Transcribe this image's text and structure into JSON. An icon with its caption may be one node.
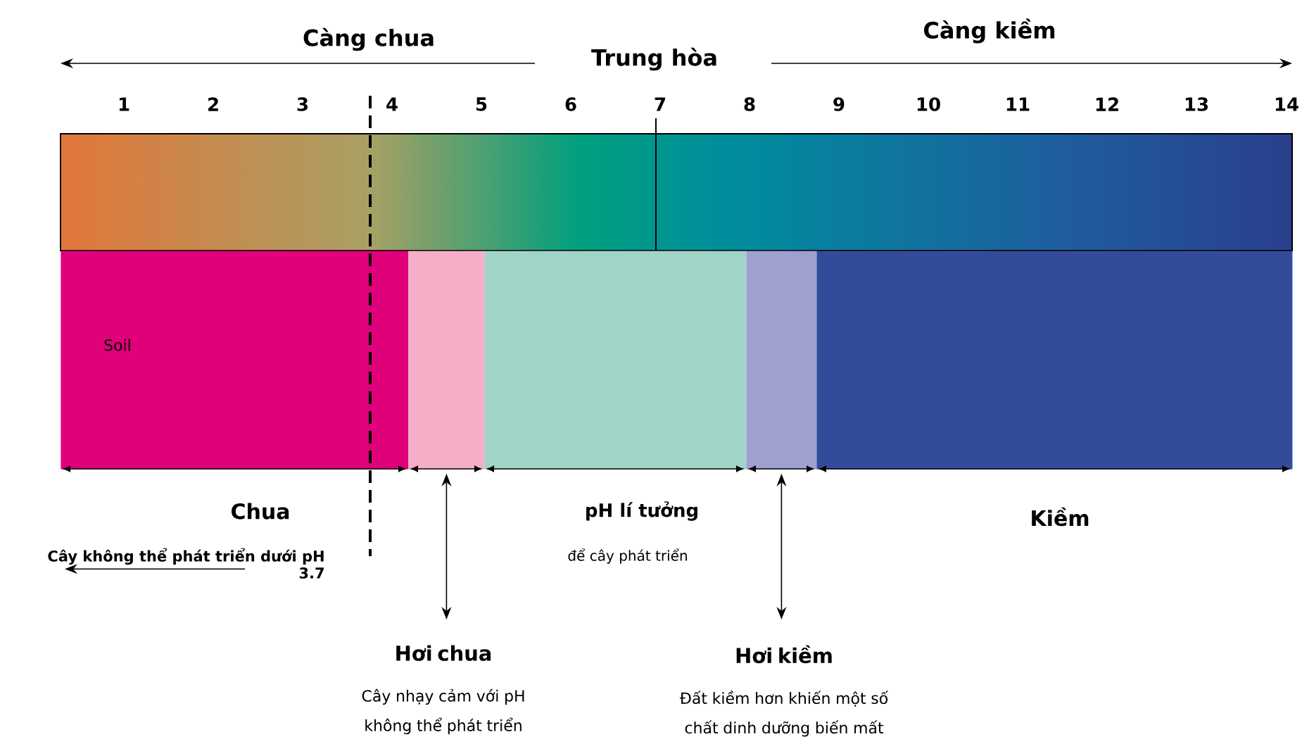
{
  "diagram": {
    "nodes": [
      {
        "text": [
          "Soil"
        ]
      },
      {
        "text": [],
        "shape": "bar"
      },
      {
        "text": [],
        "shape": "bar"
      },
      {
        "text": [],
        "shape": "bar"
      },
      {
        "text": [],
        "shape": "bar"
      },
      {
        "text": [
          "Hơi chua",
          "Cây nhạy cảm với pH không thể phát triển"
        ]
      },
      {
        "text": [
          "Hơi kiềm",
          "Đất kiềm hơn khiến một số chất dinh dưỡng biến mất"
        ]
      },
      {
        "text": [
          "Cây không thể phát triển dưới pH 3.7"
        ]
      }
    ],
    "edges": [
      {
        "from": 1,
        "to": 5,
        "arrow": "both"
      },
      {
        "from": 3,
        "to": 6,
        "arrow": "both"
      },
      {
        "from": 7,
        "to": null,
        "arrow": "to"
      }
    ],
    "labels": [
      "Càng chua",
      "Trung hòa",
      "Càng kiềm",
      "1",
      "2",
      "3",
      "4",
      "5",
      "6",
      "7",
      "8",
      "9",
      "10",
      "11",
      "12",
      "13",
      "14",
      "Chua",
      "pH lí tưởng",
      "để cây phát triển",
      "Kiềm"
    ]
  }
}
